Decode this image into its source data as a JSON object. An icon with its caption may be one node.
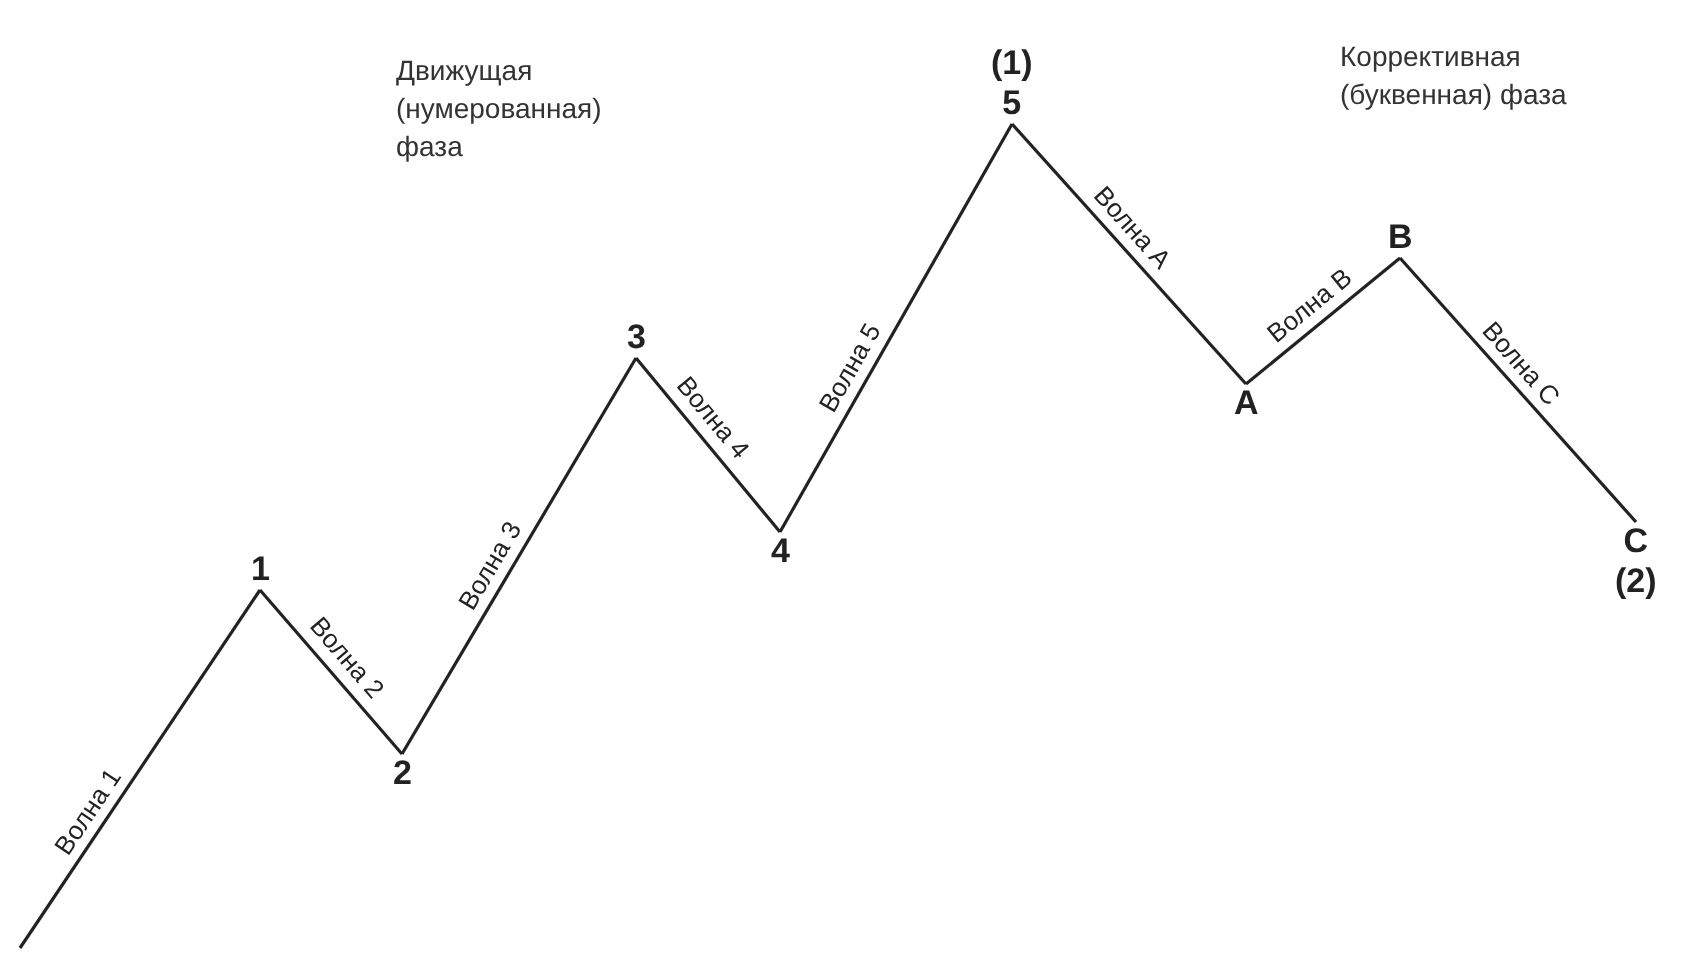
{
  "diagram": {
    "nodes": [
      {
        "text": [
          "1"
        ]
      },
      {
        "text": [
          "2"
        ]
      },
      {
        "text": [
          "3"
        ]
      },
      {
        "text": [
          "4"
        ]
      },
      {
        "text": [
          "(1)",
          "5"
        ]
      },
      {
        "text": [
          "A"
        ]
      },
      {
        "text": [
          "B"
        ]
      },
      {
        "text": [
          "C",
          "(2)"
        ]
      }
    ],
    "edges": [
      {
        "from": null,
        "to": 0,
        "arrow": "none",
        "label": "Волна 1"
      },
      {
        "from": 0,
        "to": 1,
        "arrow": "none",
        "label": "Волна 2"
      },
      {
        "from": 1,
        "to": 2,
        "arrow": "none",
        "label": "Волна 3"
      },
      {
        "from": 2,
        "to": 3,
        "arrow": "none",
        "label": "Волна 4"
      },
      {
        "from": 3,
        "to": 4,
        "arrow": "none",
        "label": "Волна 5"
      },
      {
        "from": 4,
        "to": 5,
        "arrow": "none",
        "label": "Волна A"
      },
      {
        "from": 5,
        "to": 6,
        "arrow": "none",
        "label": "Волна B"
      },
      {
        "from": 6,
        "to": 7,
        "arrow": "none",
        "label": "Волна C"
      }
    ],
    "labels": [
      "Движущая (нумерованная) фаза",
      "Коррективная (буквенная) фаза"
    ]
  }
}
